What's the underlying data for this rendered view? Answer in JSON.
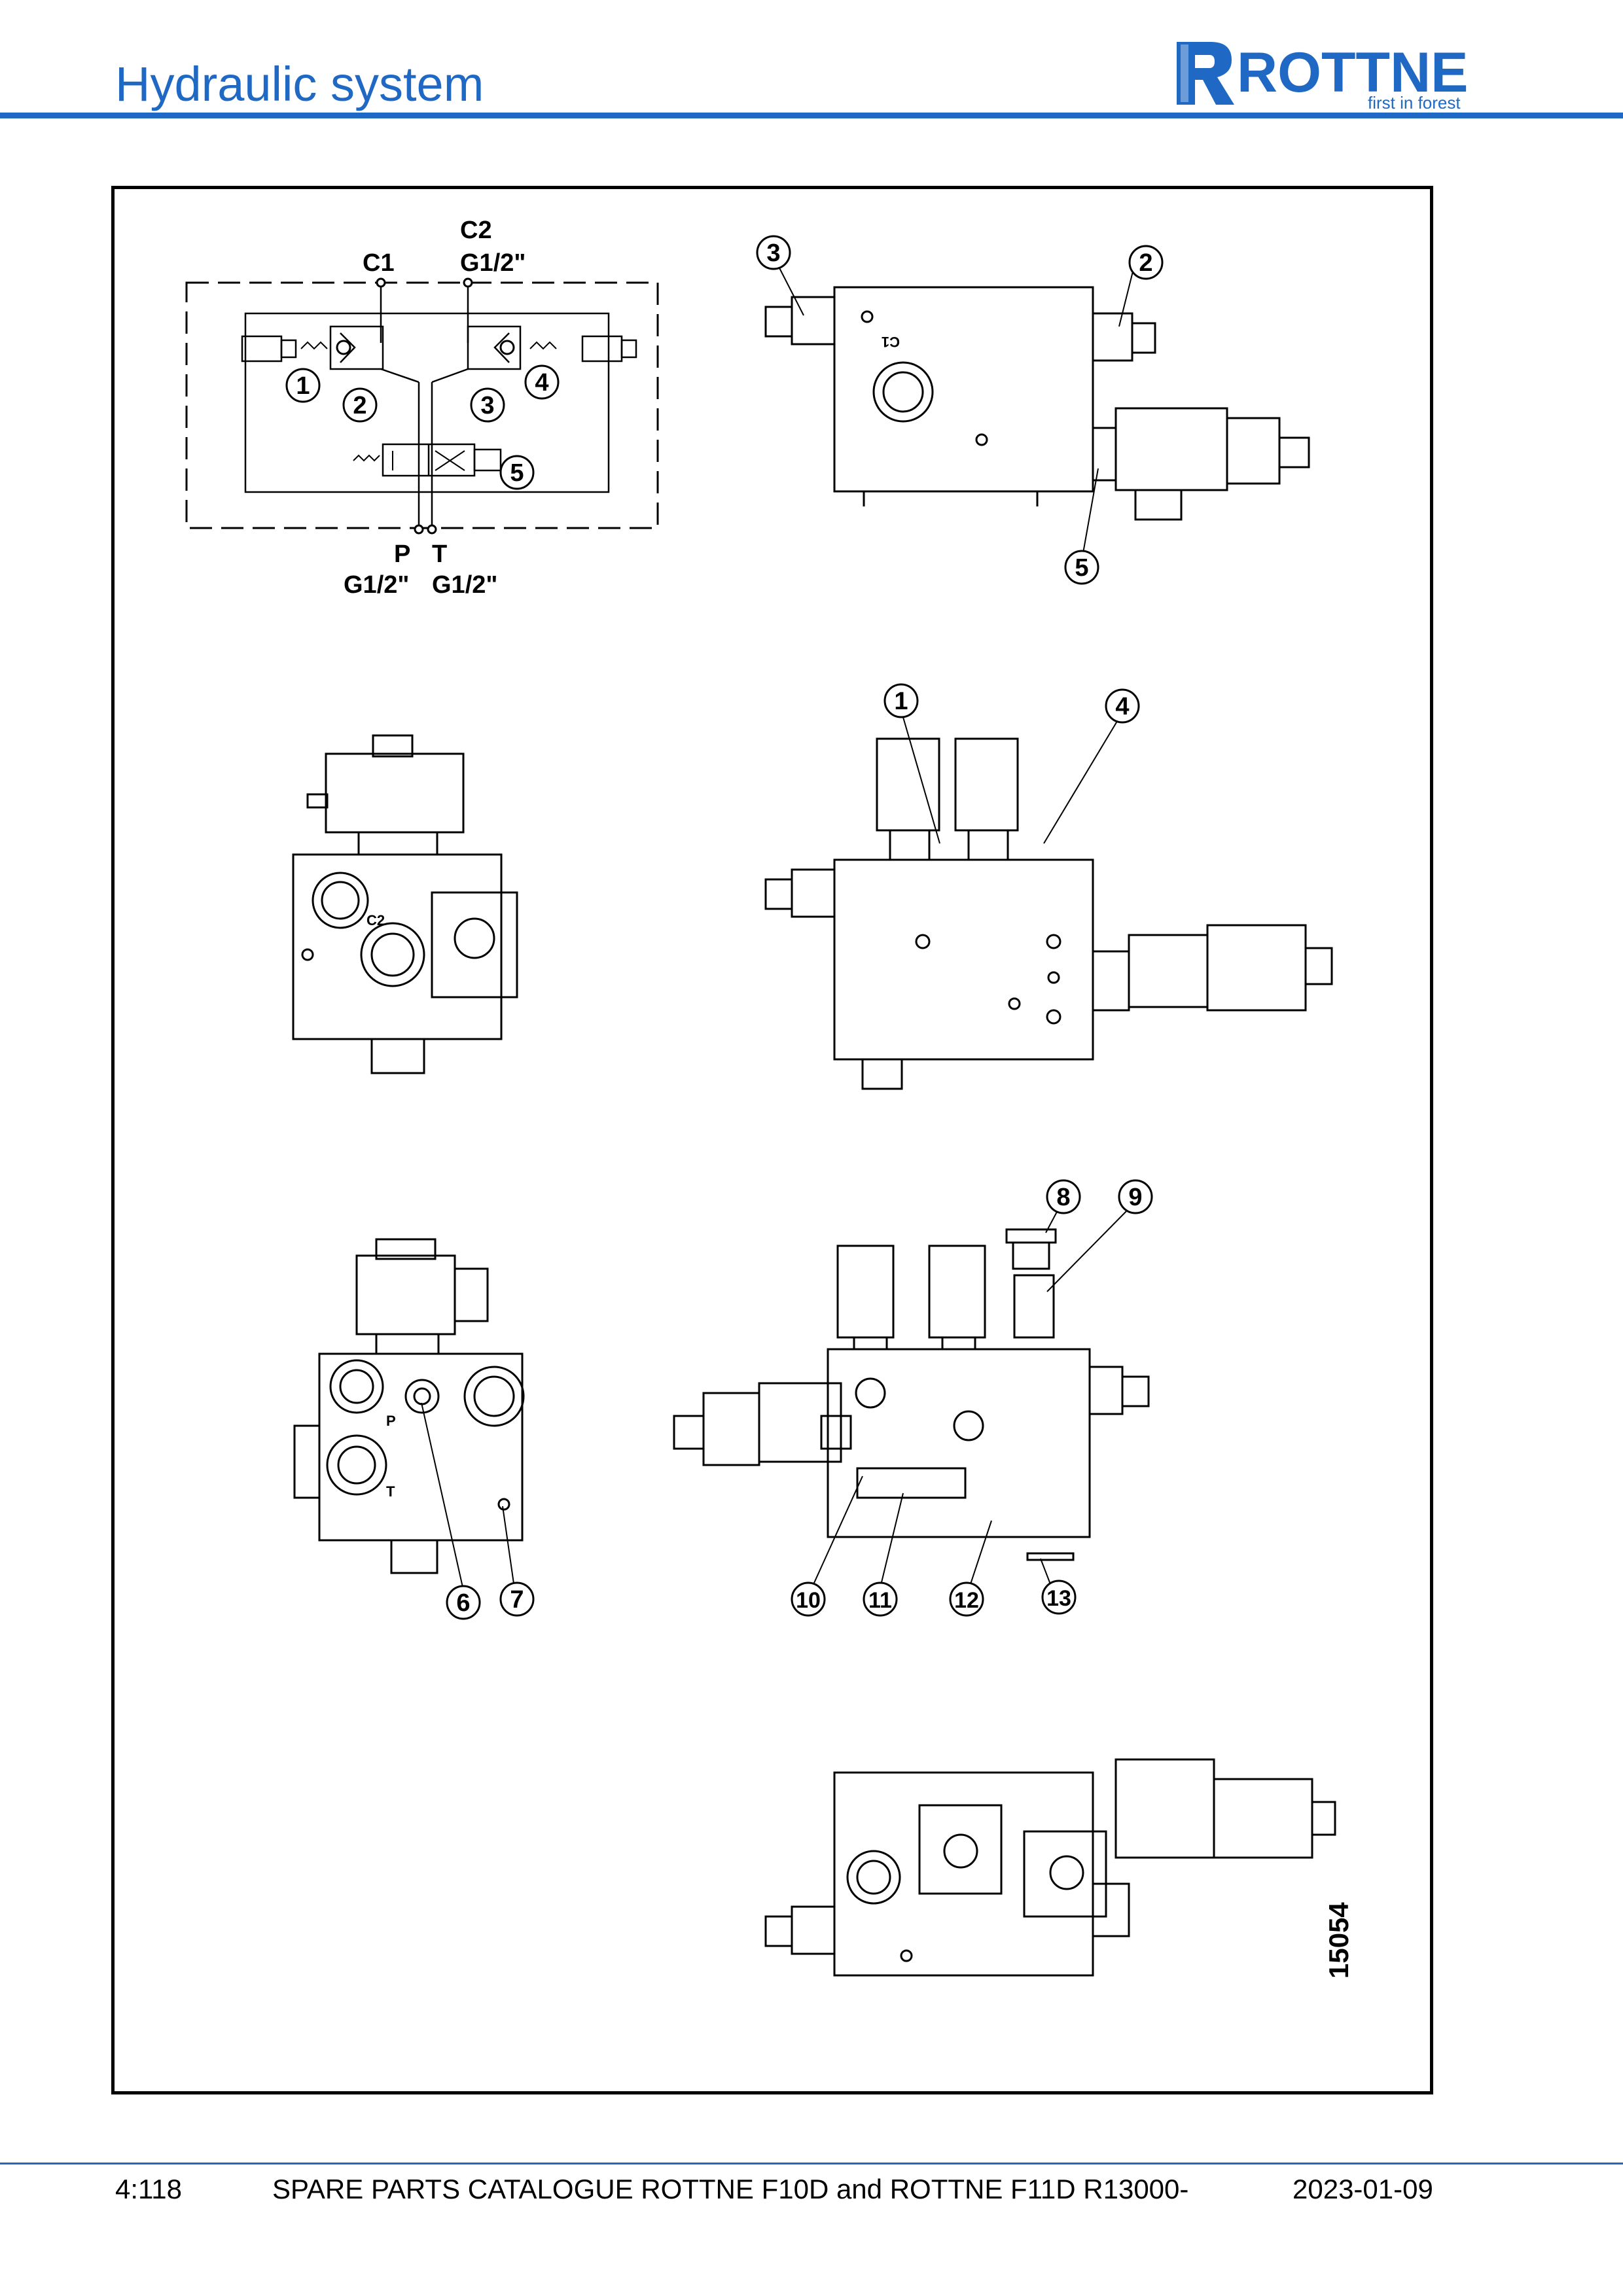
{
  "header": {
    "title": "Hydraulic system",
    "logo_text": "ROTTNE",
    "logo_tagline": "first in forest",
    "brand_color": "#1f69c4"
  },
  "drawing": {
    "drawing_number": "15054",
    "schematic": {
      "port_c1": "C1",
      "port_c2": "C2",
      "port_c2_thread": "G1/2\"",
      "port_p": "P",
      "port_t": "T",
      "port_p_thread": "G1/2\"",
      "port_t_thread": "G1/2\""
    },
    "block_labels": {
      "c1_marking": "C1",
      "c2_marking": "C2",
      "p_marking": "P",
      "t_marking": "T"
    },
    "callouts": [
      "1",
      "2",
      "3",
      "4",
      "5",
      "6",
      "7",
      "8",
      "9",
      "10",
      "11",
      "12",
      "13"
    ]
  },
  "footer": {
    "page": "4:118",
    "document": "SPARE PARTS CATALOGUE ROTTNE F10D and ROTTNE F11D R13000-",
    "date": "2023-01-09"
  }
}
